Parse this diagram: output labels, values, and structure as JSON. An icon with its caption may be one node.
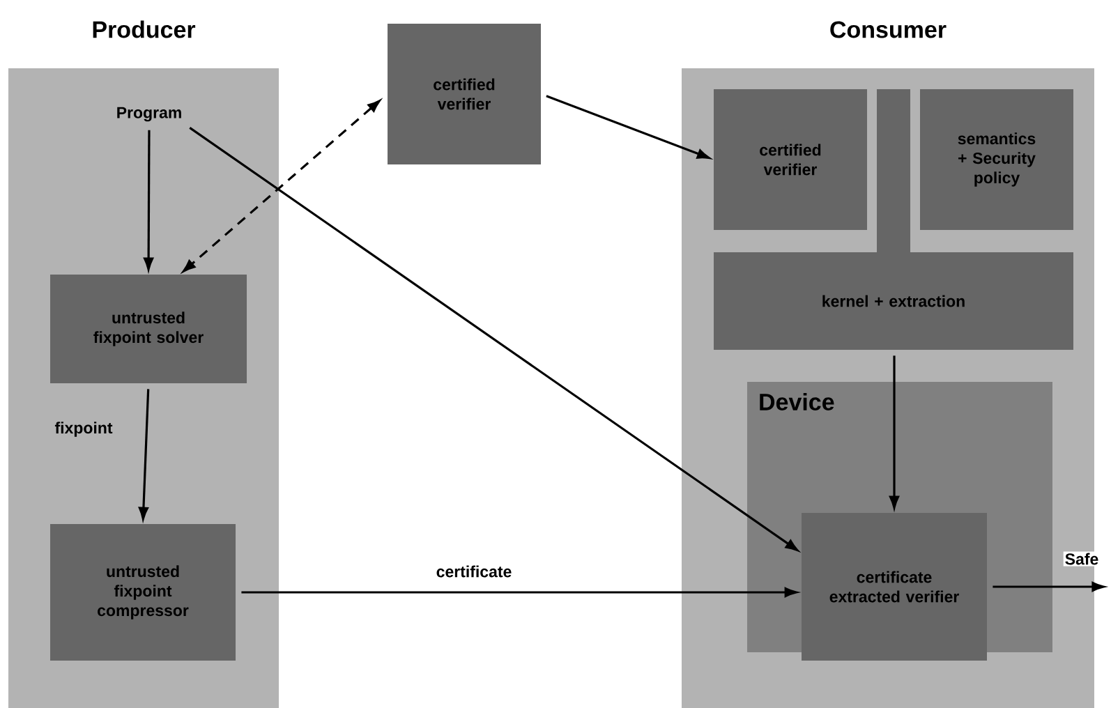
{
  "diagram": {
    "nodes": [
      {
        "text": [
          "Producer"
        ]
      },
      {
        "text": [
          "Program"
        ],
        "in": 0
      },
      {
        "text": [
          "untrusted fixpoint solver"
        ],
        "in": 0
      },
      {
        "text": [
          "untrusted fixpoint compressor"
        ],
        "in": 0
      },
      {
        "text": [
          "certified verifier"
        ]
      },
      {
        "text": [
          "Consumer"
        ]
      },
      {
        "text": [
          "certified verifier"
        ],
        "in": 5
      },
      {
        "text": [
          "semantics + Security policy"
        ],
        "in": 5
      },
      {
        "text": [
          "kernel + extraction"
        ],
        "in": 5
      },
      {
        "text": [
          "Device"
        ],
        "in": 5
      },
      {
        "text": [
          "certificate extracted verifier"
        ],
        "in": 9
      },
      {
        "text": [],
        "shape": "bar",
        "in": 5
      }
    ],
    "edges": [
      {
        "from": 1,
        "to": 2,
        "arrow": "to"
      },
      {
        "from": 4,
        "to": 2,
        "arrow": "both",
        "style": "dashed"
      },
      {
        "from": 1,
        "to": 10,
        "arrow": "to"
      },
      {
        "from": 2,
        "to": 3,
        "arrow": "to",
        "label": "fixpoint"
      },
      {
        "from": 3,
        "to": 10,
        "arrow": "to",
        "label": "certificate"
      },
      {
        "from": 4,
        "to": 6,
        "arrow": "to"
      },
      {
        "from": 8,
        "to": 10,
        "arrow": "to"
      },
      {
        "from": 10,
        "to": null,
        "arrow": "to",
        "label": "Safe"
      }
    ]
  }
}
